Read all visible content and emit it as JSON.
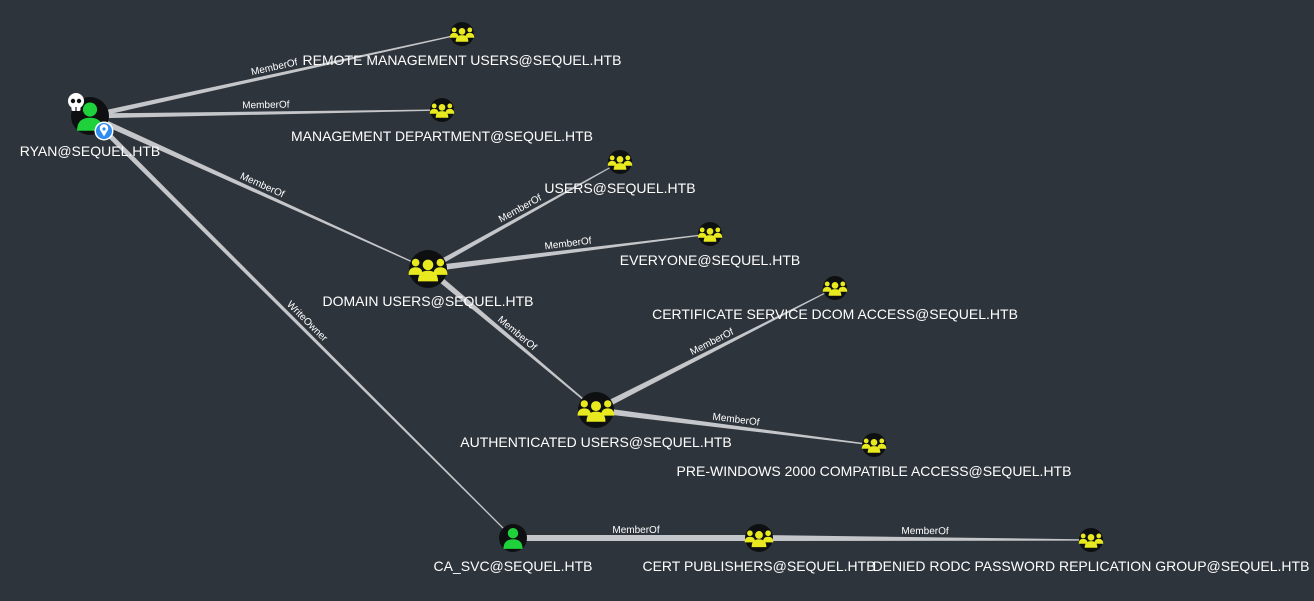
{
  "graph": {
    "background": "#2e343b",
    "colors": {
      "node_fill": "#0d0f11",
      "group_icon": "#e8ea1f",
      "user_icon": "#1fd13a",
      "edge": "#c4c6c9",
      "label": "#ffffff",
      "owned_badge": "#ffffff",
      "highvalue_badge": "#2f8cf0"
    },
    "nodes": [
      {
        "id": "ryan",
        "label": "RYAN@SEQUEL.HTB",
        "kind": "user",
        "icon": "user-icon",
        "badges": [
          "skull-icon",
          "map-pin-icon"
        ]
      },
      {
        "id": "rmu",
        "label": "REMOTE MANAGEMENT USERS@SEQUEL.HTB",
        "kind": "group",
        "icon": "group-icon"
      },
      {
        "id": "mgmt",
        "label": "MANAGEMENT DEPARTMENT@SEQUEL.HTB",
        "kind": "group",
        "icon": "group-icon"
      },
      {
        "id": "users",
        "label": "USERS@SEQUEL.HTB",
        "kind": "group",
        "icon": "group-icon"
      },
      {
        "id": "everyone",
        "label": "EVERYONE@SEQUEL.HTB",
        "kind": "group",
        "icon": "group-icon"
      },
      {
        "id": "domainusers",
        "label": "DOMAIN USERS@SEQUEL.HTB",
        "kind": "group",
        "icon": "group-icon"
      },
      {
        "id": "certdcom",
        "label": "CERTIFICATE SERVICE DCOM ACCESS@SEQUEL.HTB",
        "kind": "group",
        "icon": "group-icon"
      },
      {
        "id": "authusers",
        "label": "AUTHENTICATED USERS@SEQUEL.HTB",
        "kind": "group",
        "icon": "group-icon"
      },
      {
        "id": "prewin2k",
        "label": "PRE-WINDOWS 2000 COMPATIBLE ACCESS@SEQUEL.HTB",
        "kind": "group",
        "icon": "group-icon"
      },
      {
        "id": "casvc",
        "label": "CA_SVC@SEQUEL.HTB",
        "kind": "user",
        "icon": "user-icon"
      },
      {
        "id": "certpub",
        "label": "CERT PUBLISHERS@SEQUEL.HTB",
        "kind": "group",
        "icon": "group-icon"
      },
      {
        "id": "deniedrodc",
        "label": "DENIED RODC PASSWORD REPLICATION GROUP@SEQUEL.HTB",
        "kind": "group",
        "icon": "group-icon"
      }
    ],
    "edges": [
      {
        "from": "ryan",
        "to": "rmu",
        "label": "MemberOf"
      },
      {
        "from": "ryan",
        "to": "mgmt",
        "label": "MemberOf"
      },
      {
        "from": "ryan",
        "to": "domainusers",
        "label": "MemberOf"
      },
      {
        "from": "ryan",
        "to": "casvc",
        "label": "WriteOwner"
      },
      {
        "from": "domainusers",
        "to": "users",
        "label": "MemberOf"
      },
      {
        "from": "domainusers",
        "to": "everyone",
        "label": "MemberOf"
      },
      {
        "from": "domainusers",
        "to": "authusers",
        "label": "MemberOf"
      },
      {
        "from": "authusers",
        "to": "certdcom",
        "label": "MemberOf"
      },
      {
        "from": "authusers",
        "to": "prewin2k",
        "label": "MemberOf"
      },
      {
        "from": "casvc",
        "to": "certpub",
        "label": "MemberOf"
      },
      {
        "from": "certpub",
        "to": "deniedrodc",
        "label": "MemberOf"
      }
    ]
  }
}
